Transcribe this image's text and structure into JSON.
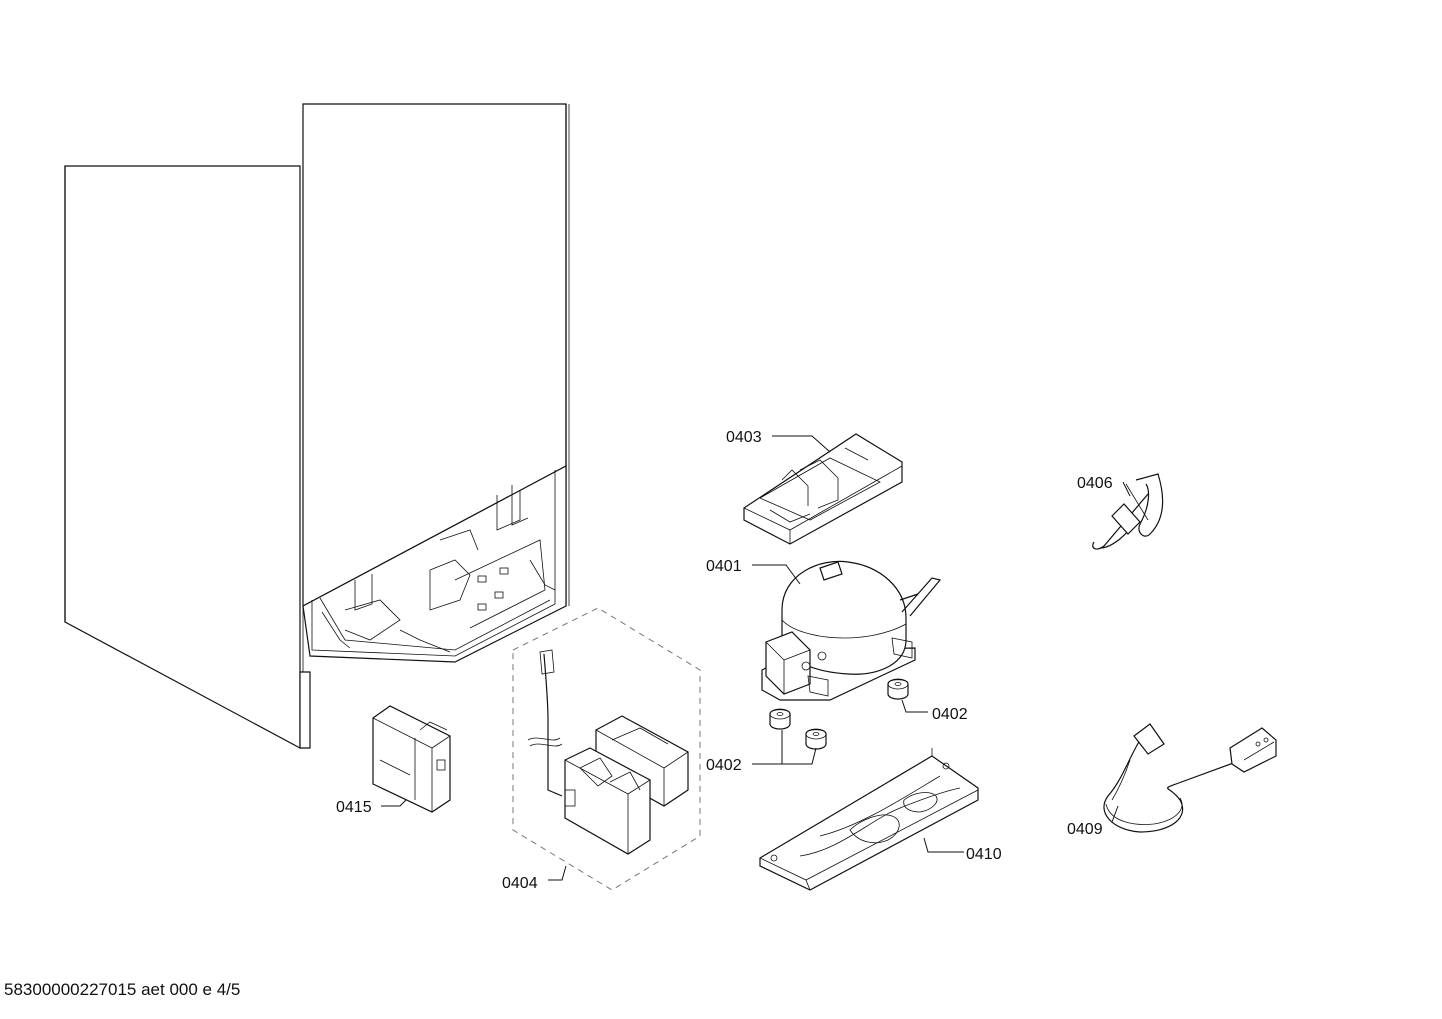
{
  "labels": {
    "p0401": "0401",
    "p0402a": "0402",
    "p0402b": "0402",
    "p0403": "0403",
    "p0404": "0404",
    "p0406": "0406",
    "p0409": "0409",
    "p0410": "0410",
    "p0415": "0415"
  },
  "footer": {
    "text": "58300000227015 aet 000 e 4/5"
  }
}
